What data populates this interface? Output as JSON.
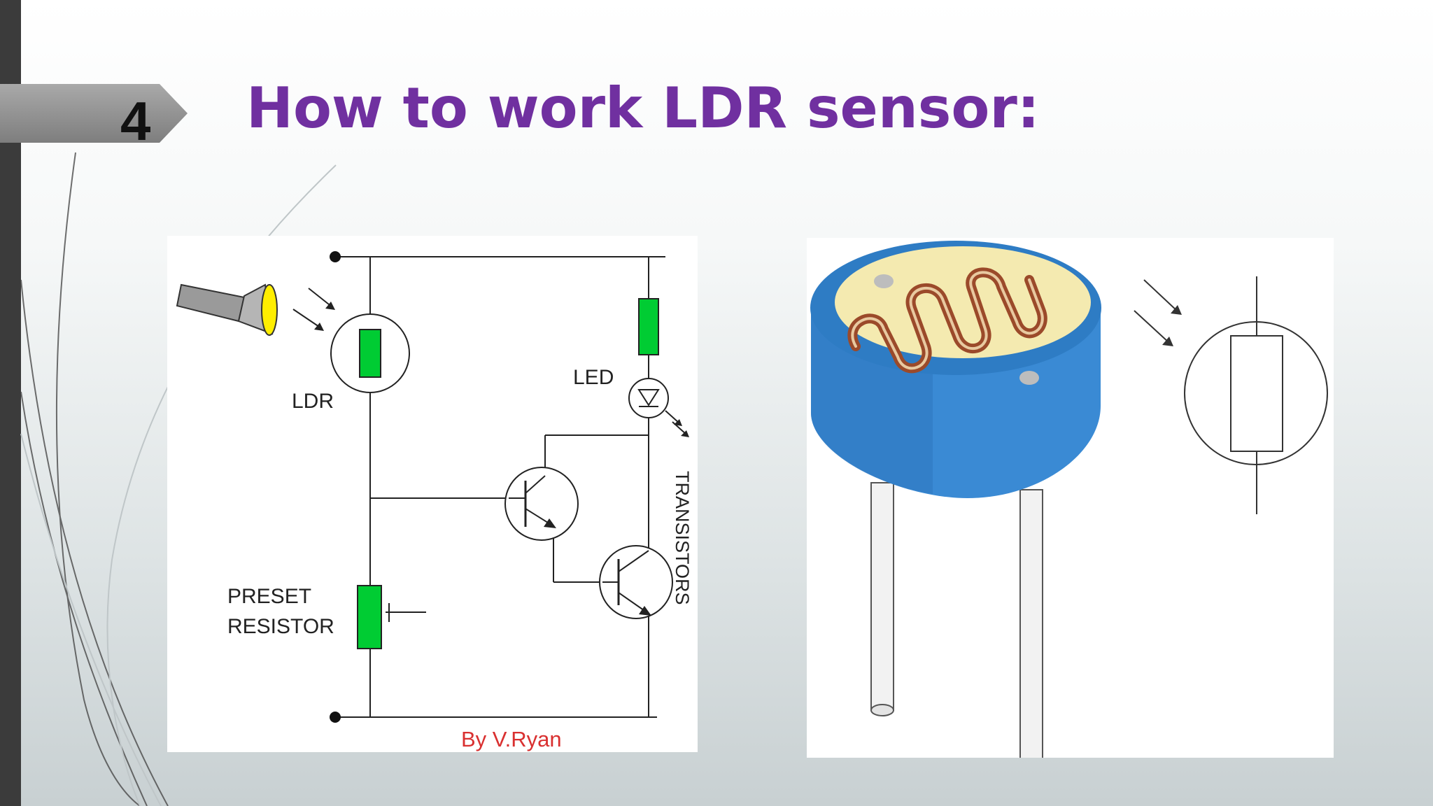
{
  "slide": {
    "number": "4",
    "title": "How to work LDR sensor:"
  },
  "circuit_diagram": {
    "labels": {
      "ldr": "LDR",
      "led": "LED",
      "preset_line1": "PRESET",
      "preset_line2": "RESISTOR",
      "transistors": "TRANSISTORS",
      "credit": "By V.Ryan"
    },
    "colors": {
      "component_fill": "#00cc33",
      "torch_lens": "#ffee00",
      "credit_text": "#d93030"
    }
  },
  "ldr_illustration": {
    "colors": {
      "body": "#3a8ad4",
      "face": "#f4eab0",
      "track": "#9b4a2a"
    }
  },
  "colors": {
    "title": "#7030a0",
    "left_strip": "#3b3b3b"
  }
}
